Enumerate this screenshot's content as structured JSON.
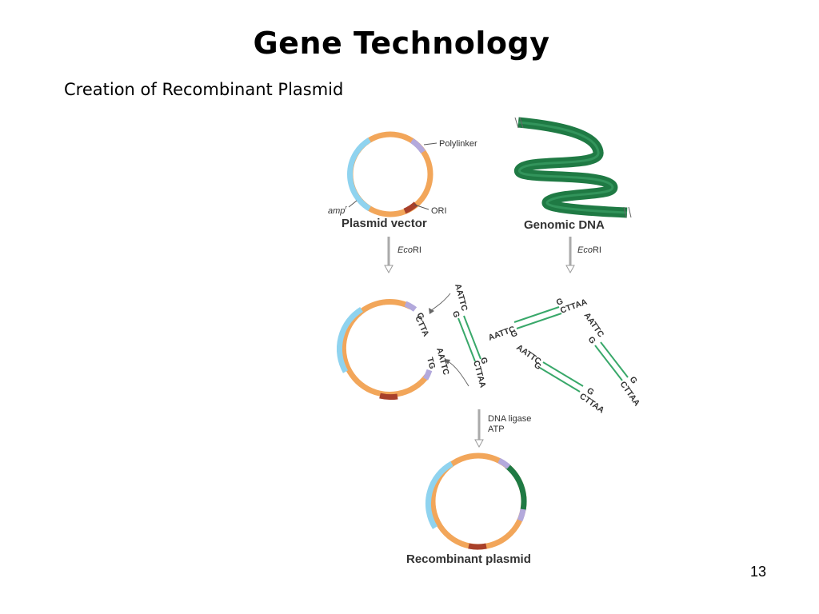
{
  "title": "Gene Technology",
  "subtitle": "Creation of Recombinant Plasmid",
  "page_number": "13",
  "colors": {
    "plasmid_backbone": "#f2a65a",
    "amp_segment": "#8fd3ef",
    "polylinker": "#b3a9dc",
    "ori": "#a8402a",
    "genomic_dna": "#1f7a44",
    "dna_strand": "#39a86a",
    "arrow": "#999999"
  },
  "labels": {
    "polylinker": "Polylinker",
    "amp": "amp",
    "amp_superscript": "r",
    "ori": "ORI",
    "plasmid_vector": "Plasmid vector",
    "genomic_dna": "Genomic DNA",
    "enzyme_prefix": "Eco",
    "enzyme_suffix": "RI",
    "ligase": "DNA ligase",
    "atp": "ATP",
    "recombinant_plasmid": "Recombinant plasmid"
  },
  "sequences": {
    "aattc": "AATTC",
    "g": "G",
    "ctta": "CTTA",
    "cttaa": "CTTAA",
    "tg": "TG"
  }
}
